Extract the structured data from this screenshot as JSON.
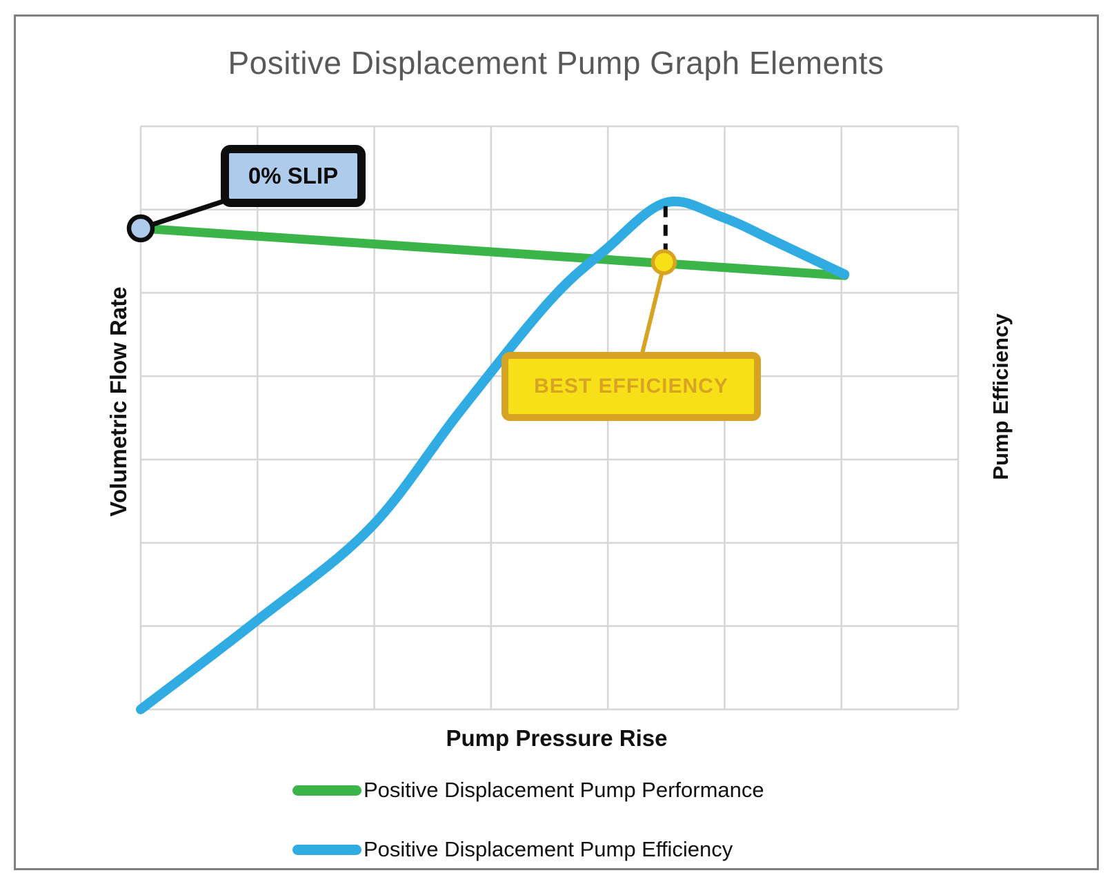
{
  "title": "Positive Displacement Pump Graph Elements",
  "axes": {
    "x": "Pump Pressure Rise",
    "y_left": "Volumetric Flow Rate",
    "y_right": "Pump Efficiency"
  },
  "annotations": {
    "zero_slip": {
      "label": "0% SLIP"
    },
    "best_efficiency": {
      "label": "BEST EFFICIENCY"
    }
  },
  "legend": [
    {
      "label": "Positive Displacement Pump Performance",
      "color_key": "green"
    },
    {
      "label": "Positive Displacement Pump Efficiency",
      "color_key": "blue"
    }
  ],
  "colors": {
    "green": "#3bb54a",
    "blue": "#31ace3",
    "yellow": "#f7e017",
    "gold": "#d7a323",
    "light_blue": "#aecbeb",
    "grid": "#d6d6d6",
    "title_gray": "#595959",
    "black": "#0d0d0d"
  },
  "chart_data": {
    "type": "line",
    "title": "Positive Displacement Pump Graph Elements",
    "xlabel": "Pump Pressure Rise",
    "ylabel_left": "Volumetric Flow Rate",
    "ylabel_right": "Pump Efficiency",
    "x_range": [
      0,
      100
    ],
    "y_range": [
      0,
      100
    ],
    "grid": {
      "cols": 7,
      "rows": 7,
      "visible": true
    },
    "legend_position": "bottom",
    "axis_ticks_labeled": false,
    "series": [
      {
        "name": "Positive Displacement Pump Performance",
        "color_key": "green",
        "stroke_width": 13,
        "x": [
          0,
          86.1
        ],
        "y": [
          82.5,
          74.4
        ]
      },
      {
        "name": "Positive Displacement Pump Efficiency",
        "color_key": "blue",
        "stroke_width": 14,
        "x": [
          0,
          14,
          28,
          39,
          50,
          57,
          64.2,
          71,
          78,
          86.1
        ],
        "y": [
          0,
          15,
          31,
          51,
          70,
          79,
          86.9,
          84.5,
          80,
          74.6
        ]
      }
    ],
    "markers": [
      {
        "name": "zero-slip-point",
        "x": 0,
        "y": 82.5,
        "fill_key": "light_blue",
        "ring_key": "black",
        "r": 17,
        "ring_w": 6.5
      },
      {
        "name": "best-efficiency-point",
        "x": 64,
        "y": 76.7,
        "fill_key": "yellow",
        "ring_key": "gold",
        "r": 16,
        "ring_w": 5.5
      }
    ],
    "dashed_drop_line": {
      "x": 64.2,
      "y_from": 86.3,
      "y_to": 78.8
    },
    "annotation_points": {
      "zero_slip_anchor": {
        "x": 0,
        "y": 82.5
      },
      "best_efficiency_anchor": {
        "x": 64,
        "y": 76.7
      }
    }
  }
}
